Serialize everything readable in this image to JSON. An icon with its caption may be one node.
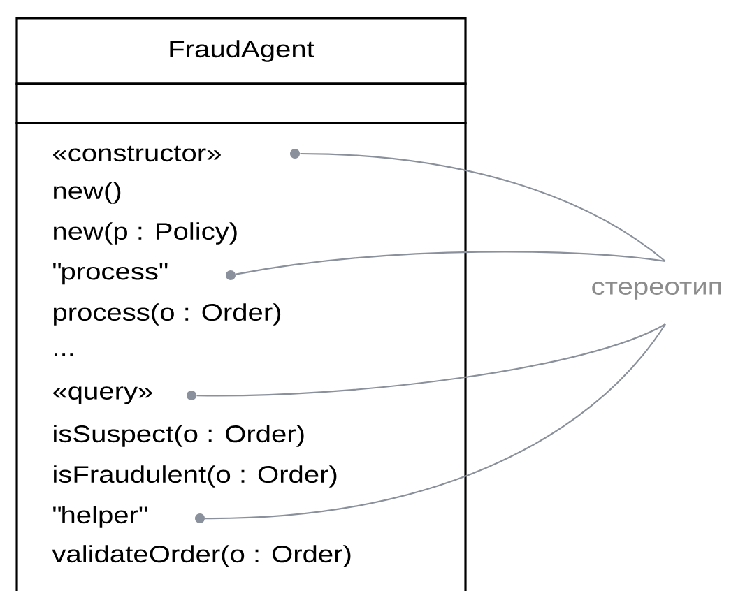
{
  "diagram": {
    "nodes": [
      {
        "text": [
          "FraudAgent"
        ]
      },
      {
        "text": [],
        "shape": "box"
      },
      {
        "text": [
          "new()",
          "new(p : Policy)",
          "process(o : Order)",
          "...",
          "isSuspect(o : Order)",
          "isFraudulent(o : Order)",
          "validateOrder(o : Order)"
        ]
      },
      {
        "text": [
          "«constructor»"
        ],
        "in": 2
      },
      {
        "text": [],
        "shape": "circle",
        "in": 2
      },
      {
        "text": [
          "\"process\""
        ],
        "in": 2
      },
      {
        "text": [],
        "shape": "circle",
        "in": 2
      },
      {
        "text": [
          "«query»"
        ],
        "in": 2
      },
      {
        "text": [],
        "shape": "circle",
        "in": 2
      },
      {
        "text": [
          "\"helper\""
        ],
        "in": 2
      },
      {
        "text": [],
        "shape": "circle",
        "in": 2
      },
      {
        "text": [
          "стереотип"
        ]
      }
    ],
    "edges": [
      {
        "from": 11,
        "to": 4,
        "arrow": "none",
        "color": "#8a909c"
      },
      {
        "from": 11,
        "to": 6,
        "arrow": "none",
        "color": "#8a909c"
      },
      {
        "from": 11,
        "to": 8,
        "arrow": "none",
        "color": "#8a909c"
      },
      {
        "from": 11,
        "to": 10,
        "arrow": "none",
        "color": "#8a909c"
      }
    ]
  }
}
